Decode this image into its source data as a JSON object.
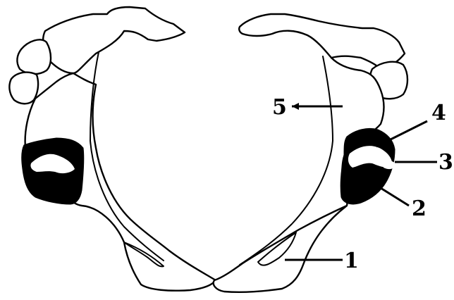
{
  "labels": [
    {
      "id": "1",
      "text": "1"
    },
    {
      "id": "2",
      "text": "2"
    },
    {
      "id": "3",
      "text": "3"
    },
    {
      "id": "4",
      "text": "4"
    },
    {
      "id": "5",
      "text": "5"
    }
  ],
  "colors": {
    "ink": "#000000",
    "paper": "#ffffff"
  }
}
